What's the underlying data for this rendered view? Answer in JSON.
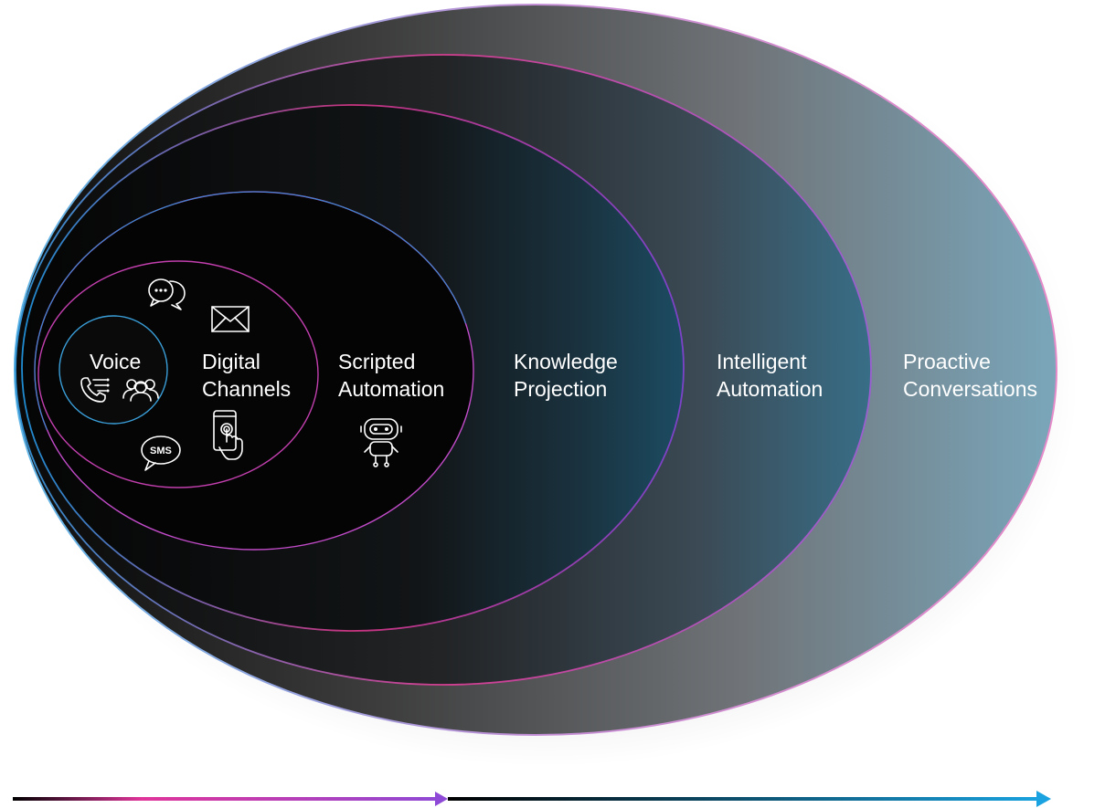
{
  "rings": [
    {
      "key": "proactive",
      "lines": [
        "Proactive",
        "Conversations"
      ]
    },
    {
      "key": "intelligent",
      "lines": [
        "Intelligent",
        "Automation"
      ]
    },
    {
      "key": "knowledge",
      "lines": [
        "Knowledge",
        "Projection"
      ]
    },
    {
      "key": "scripted",
      "lines": [
        "Scripted",
        "Automation"
      ]
    },
    {
      "key": "digital",
      "lines": [
        "Digital",
        "Channels"
      ]
    },
    {
      "key": "voice",
      "lines": [
        "Voice"
      ]
    }
  ],
  "icons": {
    "sms_text": "SMS",
    "names": [
      "chat-bubble-icon",
      "envelope-icon",
      "sms-bubble-icon",
      "phone-touch-icon",
      "robot-icon",
      "phone-call-icon",
      "agents-icon"
    ]
  },
  "colors": {
    "pink": "#e0359a",
    "purple": "#8e4ad6",
    "cyan": "#1aa3e0",
    "ring_outline_blue": "#5fb6e6",
    "ring_outline_pink": "#e58ac8"
  }
}
